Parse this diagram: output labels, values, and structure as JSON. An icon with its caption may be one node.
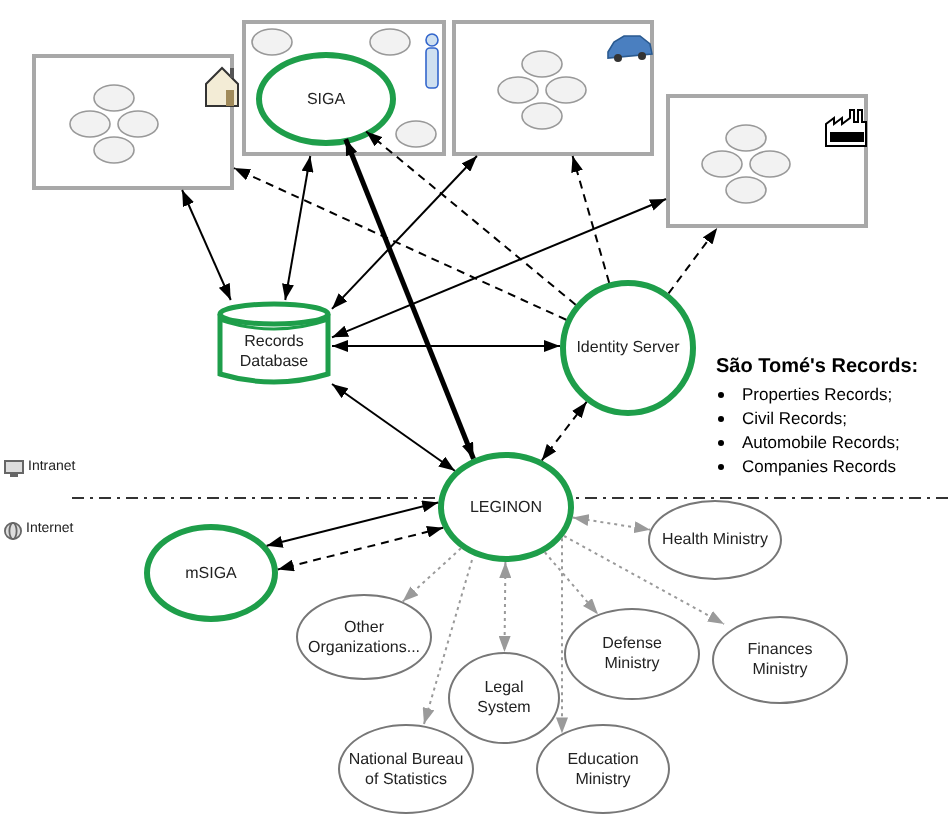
{
  "diagram": {
    "nodes": [
      {
        "text": [],
        "shape": "box"
      },
      {
        "text": [],
        "shape": "box"
      },
      {
        "text": [
          "SIGA"
        ],
        "in": 1
      },
      {
        "text": [],
        "shape": "box"
      },
      {
        "text": [],
        "shape": "box"
      },
      {
        "text": [
          "Records Database"
        ]
      },
      {
        "text": [
          "Identity Server"
        ]
      },
      {
        "text": [
          "LEGINON"
        ]
      },
      {
        "text": [
          "mSIGA"
        ]
      },
      {
        "text": [
          "Health Ministry"
        ]
      },
      {
        "text": [
          "Other Organizations..."
        ]
      },
      {
        "text": [
          "Defense Ministry"
        ]
      },
      {
        "text": [
          "Finances Ministry"
        ]
      },
      {
        "text": [
          "Legal System"
        ]
      },
      {
        "text": [
          "National Bureau of Statistics"
        ]
      },
      {
        "text": [
          "Education Ministry"
        ]
      }
    ],
    "edges": [
      {
        "from": 5,
        "to": 0,
        "arrow": "both"
      },
      {
        "from": 5,
        "to": 1,
        "arrow": "both"
      },
      {
        "from": 5,
        "to": 3,
        "arrow": "both"
      },
      {
        "from": 5,
        "to": 4,
        "arrow": "both"
      },
      {
        "from": 6,
        "to": 0,
        "arrow": "to",
        "style": "dashed"
      },
      {
        "from": 6,
        "to": 2,
        "arrow": "to",
        "style": "dashed"
      },
      {
        "from": 6,
        "to": 3,
        "arrow": "to",
        "style": "dashed"
      },
      {
        "from": 6,
        "to": 4,
        "arrow": "to",
        "style": "dashed"
      },
      {
        "from": 2,
        "to": 7,
        "arrow": "both",
        "style": "thick"
      },
      {
        "from": 5,
        "to": 6,
        "arrow": "both"
      },
      {
        "from": 5,
        "to": 7,
        "arrow": "both"
      },
      {
        "from": 6,
        "to": 7,
        "arrow": "both",
        "style": "dashed"
      },
      {
        "from": 7,
        "to": 8,
        "arrow": "both"
      },
      {
        "from": 7,
        "to": 8,
        "arrow": "both",
        "style": "dashed"
      },
      {
        "from": 7,
        "to": 9,
        "arrow": "both",
        "style": "dashed",
        "color": "#9a9a9a"
      },
      {
        "from": 7,
        "to": 10,
        "arrow": "to",
        "style": "dashed",
        "color": "#9a9a9a"
      },
      {
        "from": 7,
        "to": 13,
        "arrow": "both",
        "style": "dashed",
        "color": "#9a9a9a"
      },
      {
        "from": 7,
        "to": 11,
        "arrow": "to",
        "style": "dashed",
        "color": "#9a9a9a"
      },
      {
        "from": 7,
        "to": 12,
        "arrow": "to",
        "style": "dashed",
        "color": "#9a9a9a"
      },
      {
        "from": 7,
        "to": 14,
        "arrow": "to",
        "style": "dashed",
        "color": "#9a9a9a"
      },
      {
        "from": 7,
        "to": 15,
        "arrow": "to",
        "style": "dashed",
        "color": "#9a9a9a"
      }
    ],
    "labels": [
      "São Tomé's Records:",
      "Properties Records;",
      "Civil Records;",
      "Automobile Records;",
      "Companies Records",
      "Intranet",
      "Internet"
    ]
  }
}
